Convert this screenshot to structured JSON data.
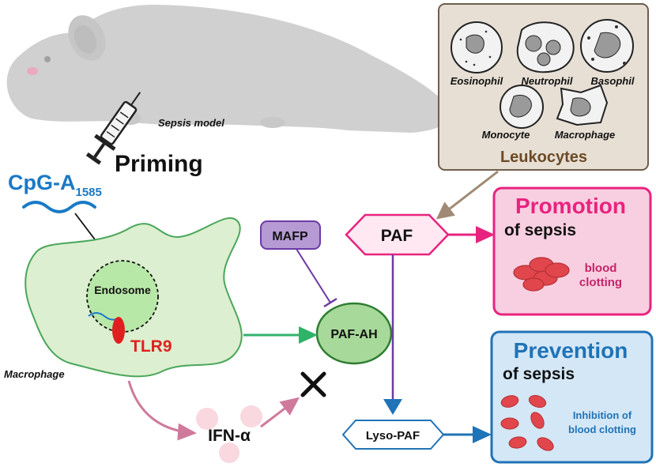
{
  "mouse": {
    "label": "Sepsis model"
  },
  "priming": {
    "label": "Priming"
  },
  "cpg": {
    "name": "CpG-A",
    "subscript": "1585"
  },
  "macrophage": {
    "label": "Macrophage",
    "endosome": "Endosome",
    "receptor": "TLR9"
  },
  "leukocytes": {
    "title": "Leukocytes",
    "cells": [
      "Eosinophil",
      "Neutrophil",
      "Basophil",
      "Monocyte",
      "Macrophage"
    ]
  },
  "nodes": {
    "mafp": "MAFP",
    "paf": "PAF",
    "paf_ah": "PAF-AH",
    "lyso_paf": "Lyso-PAF",
    "ifn": "IFN-α"
  },
  "promotion": {
    "title": "Promotion",
    "subtitle": "of sepsis",
    "note_line1": "blood",
    "note_line2": "clotting"
  },
  "prevention": {
    "title": "Prevention",
    "subtitle": "of sepsis",
    "note_line1": "Inhibition of",
    "note_line2": "blood clotting"
  },
  "colors": {
    "paf": "#e8237f",
    "promotion_bg": "#f8cfe0",
    "prevention_bg": "#d4e7f6",
    "prevention_border": "#1f73b7",
    "macrophage_fill": "#dcefd0",
    "pafah_fill": "#a7d99a",
    "mafp_fill": "#b69ad3",
    "leuko_bg": "#e7dfd4",
    "tlr9": "#e02020",
    "cpg": "#1a7ac6",
    "rbc": "#e0464c"
  }
}
